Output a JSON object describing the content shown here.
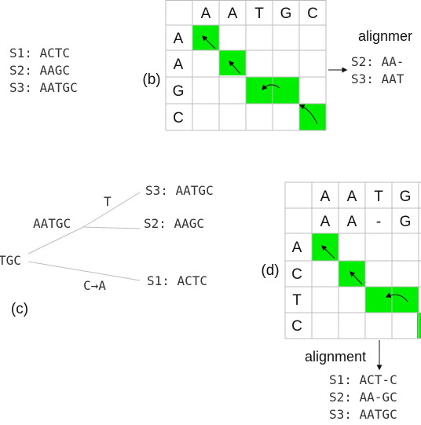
{
  "colors": {
    "match": "#00ee00",
    "grid": "#bdbdbd",
    "tree": "#bdbdbd",
    "arrow": "#111111",
    "text": "#333333"
  },
  "panel_a": {
    "seq1": "S1: ACTC",
    "seq2": "S2: AAGC",
    "seq3": "S3: AATGC"
  },
  "panel_b": {
    "label": "(b)",
    "col_headers": [
      "A",
      "A",
      "T",
      "G",
      "C"
    ],
    "row_headers": [
      "A",
      "A",
      "G",
      "C"
    ],
    "alignment_label": "alignmer",
    "alignment_line1": "S2: AA-",
    "alignment_line2": "S3: AAT"
  },
  "panel_c": {
    "label": "(c)",
    "root": "TGC",
    "internal": "AATGC",
    "mutation_top": "T",
    "mutation_bottom": "C→A",
    "leaf_s3": "S3: AATGC",
    "leaf_s2": "S2: AAGC",
    "leaf_s1": "S1: ACTC"
  },
  "panel_d": {
    "label": "(d)",
    "col_headers": [
      "A",
      "A",
      "T",
      "G"
    ],
    "col_headers_2": [
      "A",
      "A",
      "-",
      "G"
    ],
    "row_headers": [
      "A",
      "C",
      "T",
      "C"
    ],
    "alignment_label": "alignment",
    "alignment_line1": "S1: ACT-C",
    "alignment_line2": "S2: AA-GC",
    "alignment_line3": "S3: AATGC"
  }
}
